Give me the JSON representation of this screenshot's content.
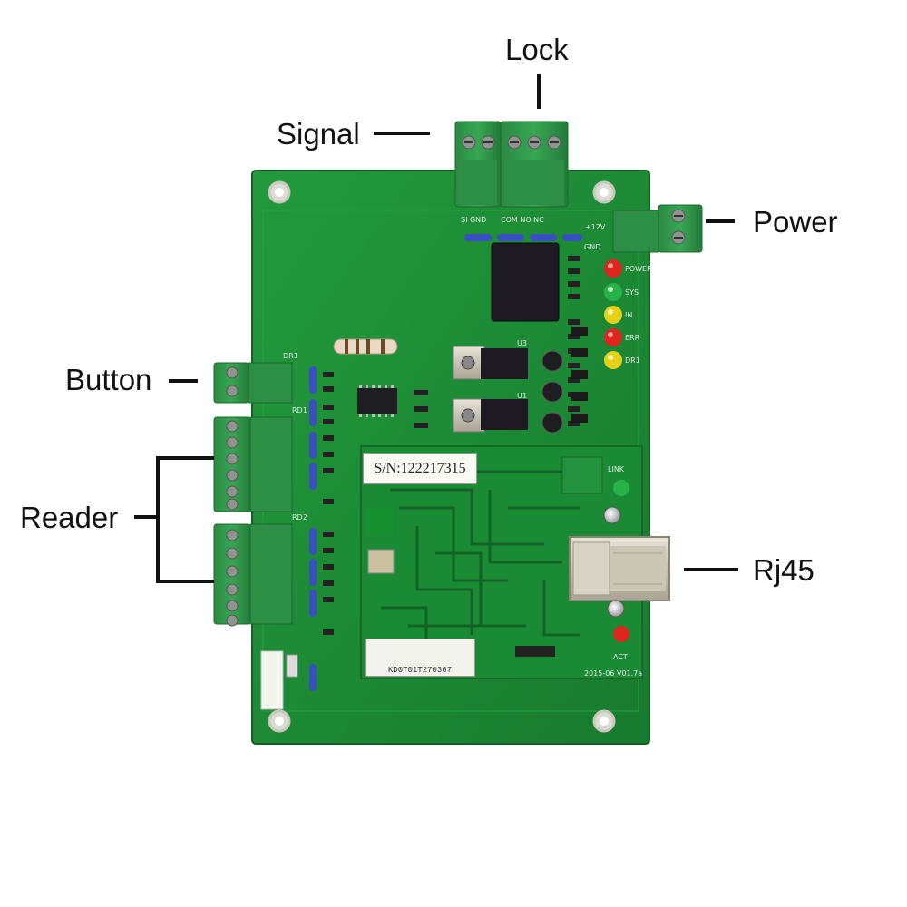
{
  "callouts": {
    "lock": "Lock",
    "signal": "Signal",
    "power": "Power",
    "button": "Button",
    "reader": "Reader",
    "rj45": "Rj45"
  },
  "labels": {
    "serial": "S/N:122217315",
    "barcode_text": "KD0T01T270367"
  },
  "silkscreen": {
    "sig_gnd": "SI GND",
    "com_no_nc": "COM  NO    NC",
    "v12": "+12V",
    "gnd": "GND",
    "led_power": "POWER",
    "led_sys": "SYS",
    "led_in": "IN",
    "led_err": "ERR",
    "led_dr1": "DR1",
    "dr1": "DR1",
    "rd1": "RD1",
    "rd2": "RD2",
    "link": "LINK",
    "act": "ACT",
    "version": "2015-06 V01.7a",
    "u3": "U3",
    "u1": "U1"
  },
  "colors": {
    "pcb": "#1e8a36",
    "pcb_dark": "#176e2a",
    "terminal": "#2f9a4a",
    "led_red": "#e0241e",
    "led_green": "#27b24a",
    "led_yellow": "#e6d01a"
  }
}
